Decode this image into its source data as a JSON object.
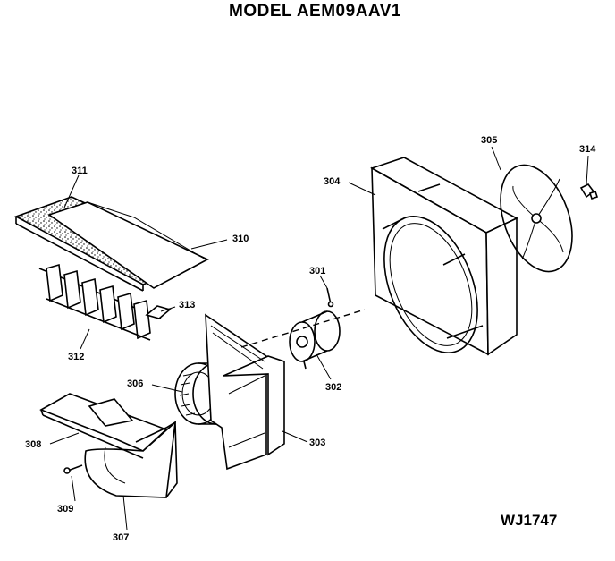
{
  "header": {
    "model_title": "MODEL AEM09AAV1"
  },
  "figure_code": "WJ1747",
  "parts": {
    "p301": "301",
    "p302": "302",
    "p303": "303",
    "p304": "304",
    "p305": "305",
    "p306": "306",
    "p307": "307",
    "p308": "308",
    "p309": "309",
    "p310": "310",
    "p311": "311",
    "p312": "312",
    "p313": "313",
    "p314": "314"
  }
}
